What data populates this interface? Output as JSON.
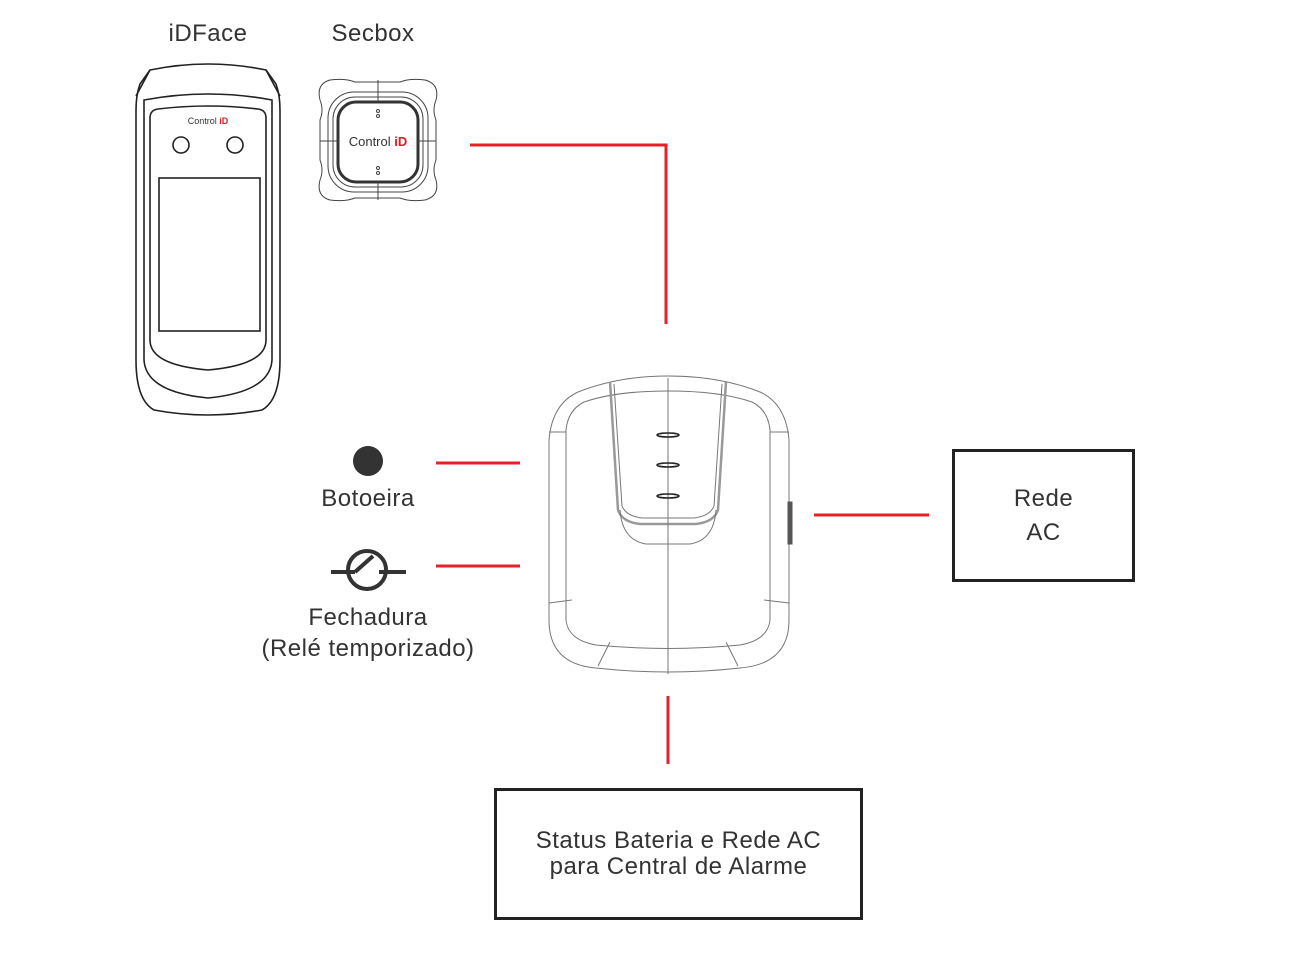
{
  "devices": {
    "idface": {
      "title": "iDFace",
      "brand_text": "Control",
      "brand_accent": "iD"
    },
    "secbox": {
      "title": "Secbox",
      "brand_text": "Control",
      "brand_accent": "iD"
    },
    "controller": {
      "name": "power-supply-controller"
    }
  },
  "inputs": {
    "botoeira": {
      "label": "Botoeira"
    },
    "fechadura": {
      "label_line1": "Fechadura",
      "label_line2": "(Relé temporizado)"
    }
  },
  "boxes": {
    "rede_ac": {
      "line1": "Rede",
      "line2": "AC"
    },
    "status": {
      "line1": "Status Bateria e Rede AC",
      "line2": "para Central de Alarme"
    }
  },
  "colors": {
    "connector": "#e8202a",
    "brand_accent": "#d0202a",
    "outline": "#222222",
    "text": "#333333"
  }
}
